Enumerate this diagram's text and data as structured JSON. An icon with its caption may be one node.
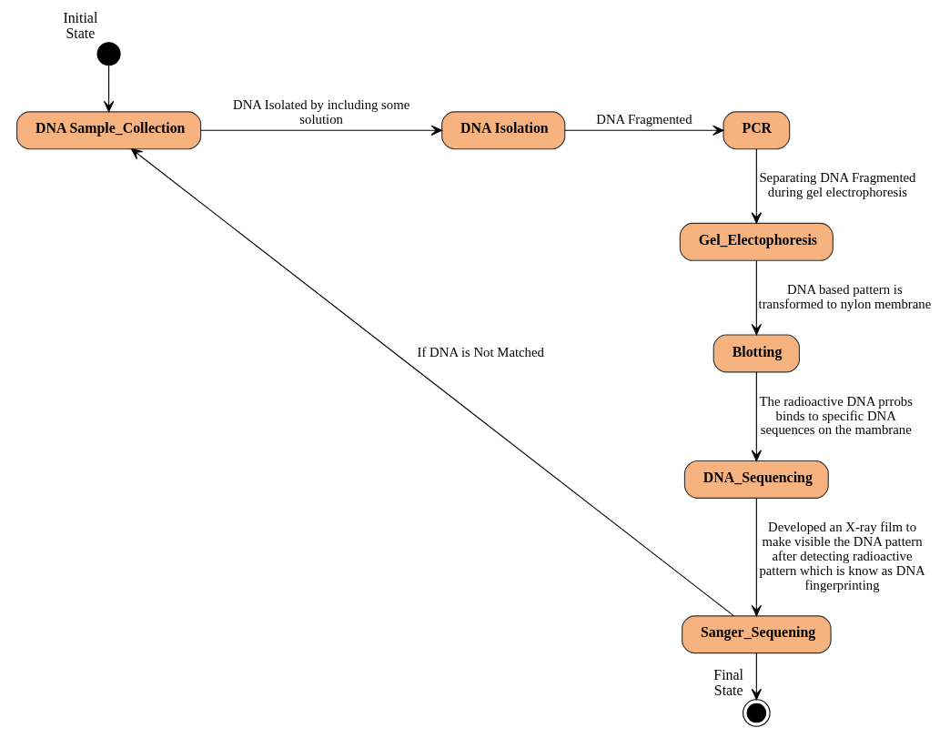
{
  "diagram": {
    "nodes": [
      {
        "text": [],
        "shape": "circle",
        "beside": [
          "Initial State"
        ]
      },
      {
        "text": [
          "DNA Sample_Collection"
        ]
      },
      {
        "text": [
          "DNA Isolation"
        ]
      },
      {
        "text": [
          "PCR"
        ]
      },
      {
        "text": [
          "Gel_Electophoresis"
        ]
      },
      {
        "text": [
          "Blotting"
        ]
      },
      {
        "text": [
          "DNA_Sequencing"
        ]
      },
      {
        "text": [
          "Sanger_Sequening"
        ]
      },
      {
        "text": [],
        "shape": "bullseye",
        "beside": [
          "Final State"
        ]
      }
    ],
    "edges": [
      {
        "from": 0,
        "to": 1,
        "arrow": "to"
      },
      {
        "from": 1,
        "to": 2,
        "arrow": "to",
        "label": "DNA Isolated by including some solution"
      },
      {
        "from": 2,
        "to": 3,
        "arrow": "to",
        "label": "DNA Fragmented"
      },
      {
        "from": 3,
        "to": 4,
        "arrow": "to",
        "label": "Separating DNA Fragmented during gel electrophoresis"
      },
      {
        "from": 4,
        "to": 5,
        "arrow": "to",
        "label": "DNA based pattern is transformed to nylon membrane"
      },
      {
        "from": 5,
        "to": 6,
        "arrow": "to",
        "label": "The radioactive DNA prrobs binds to specific DNA sequences on the mambrane"
      },
      {
        "from": 6,
        "to": 7,
        "arrow": "to",
        "label": "Developed an X-ray film to make visible the DNA pattern after detecting radioactive pattern which is know as DNA fingerprinting"
      },
      {
        "from": 7,
        "to": 1,
        "arrow": "to",
        "label": "If DNA is Not Matched"
      },
      {
        "from": 7,
        "to": 8,
        "arrow": "to"
      }
    ]
  }
}
